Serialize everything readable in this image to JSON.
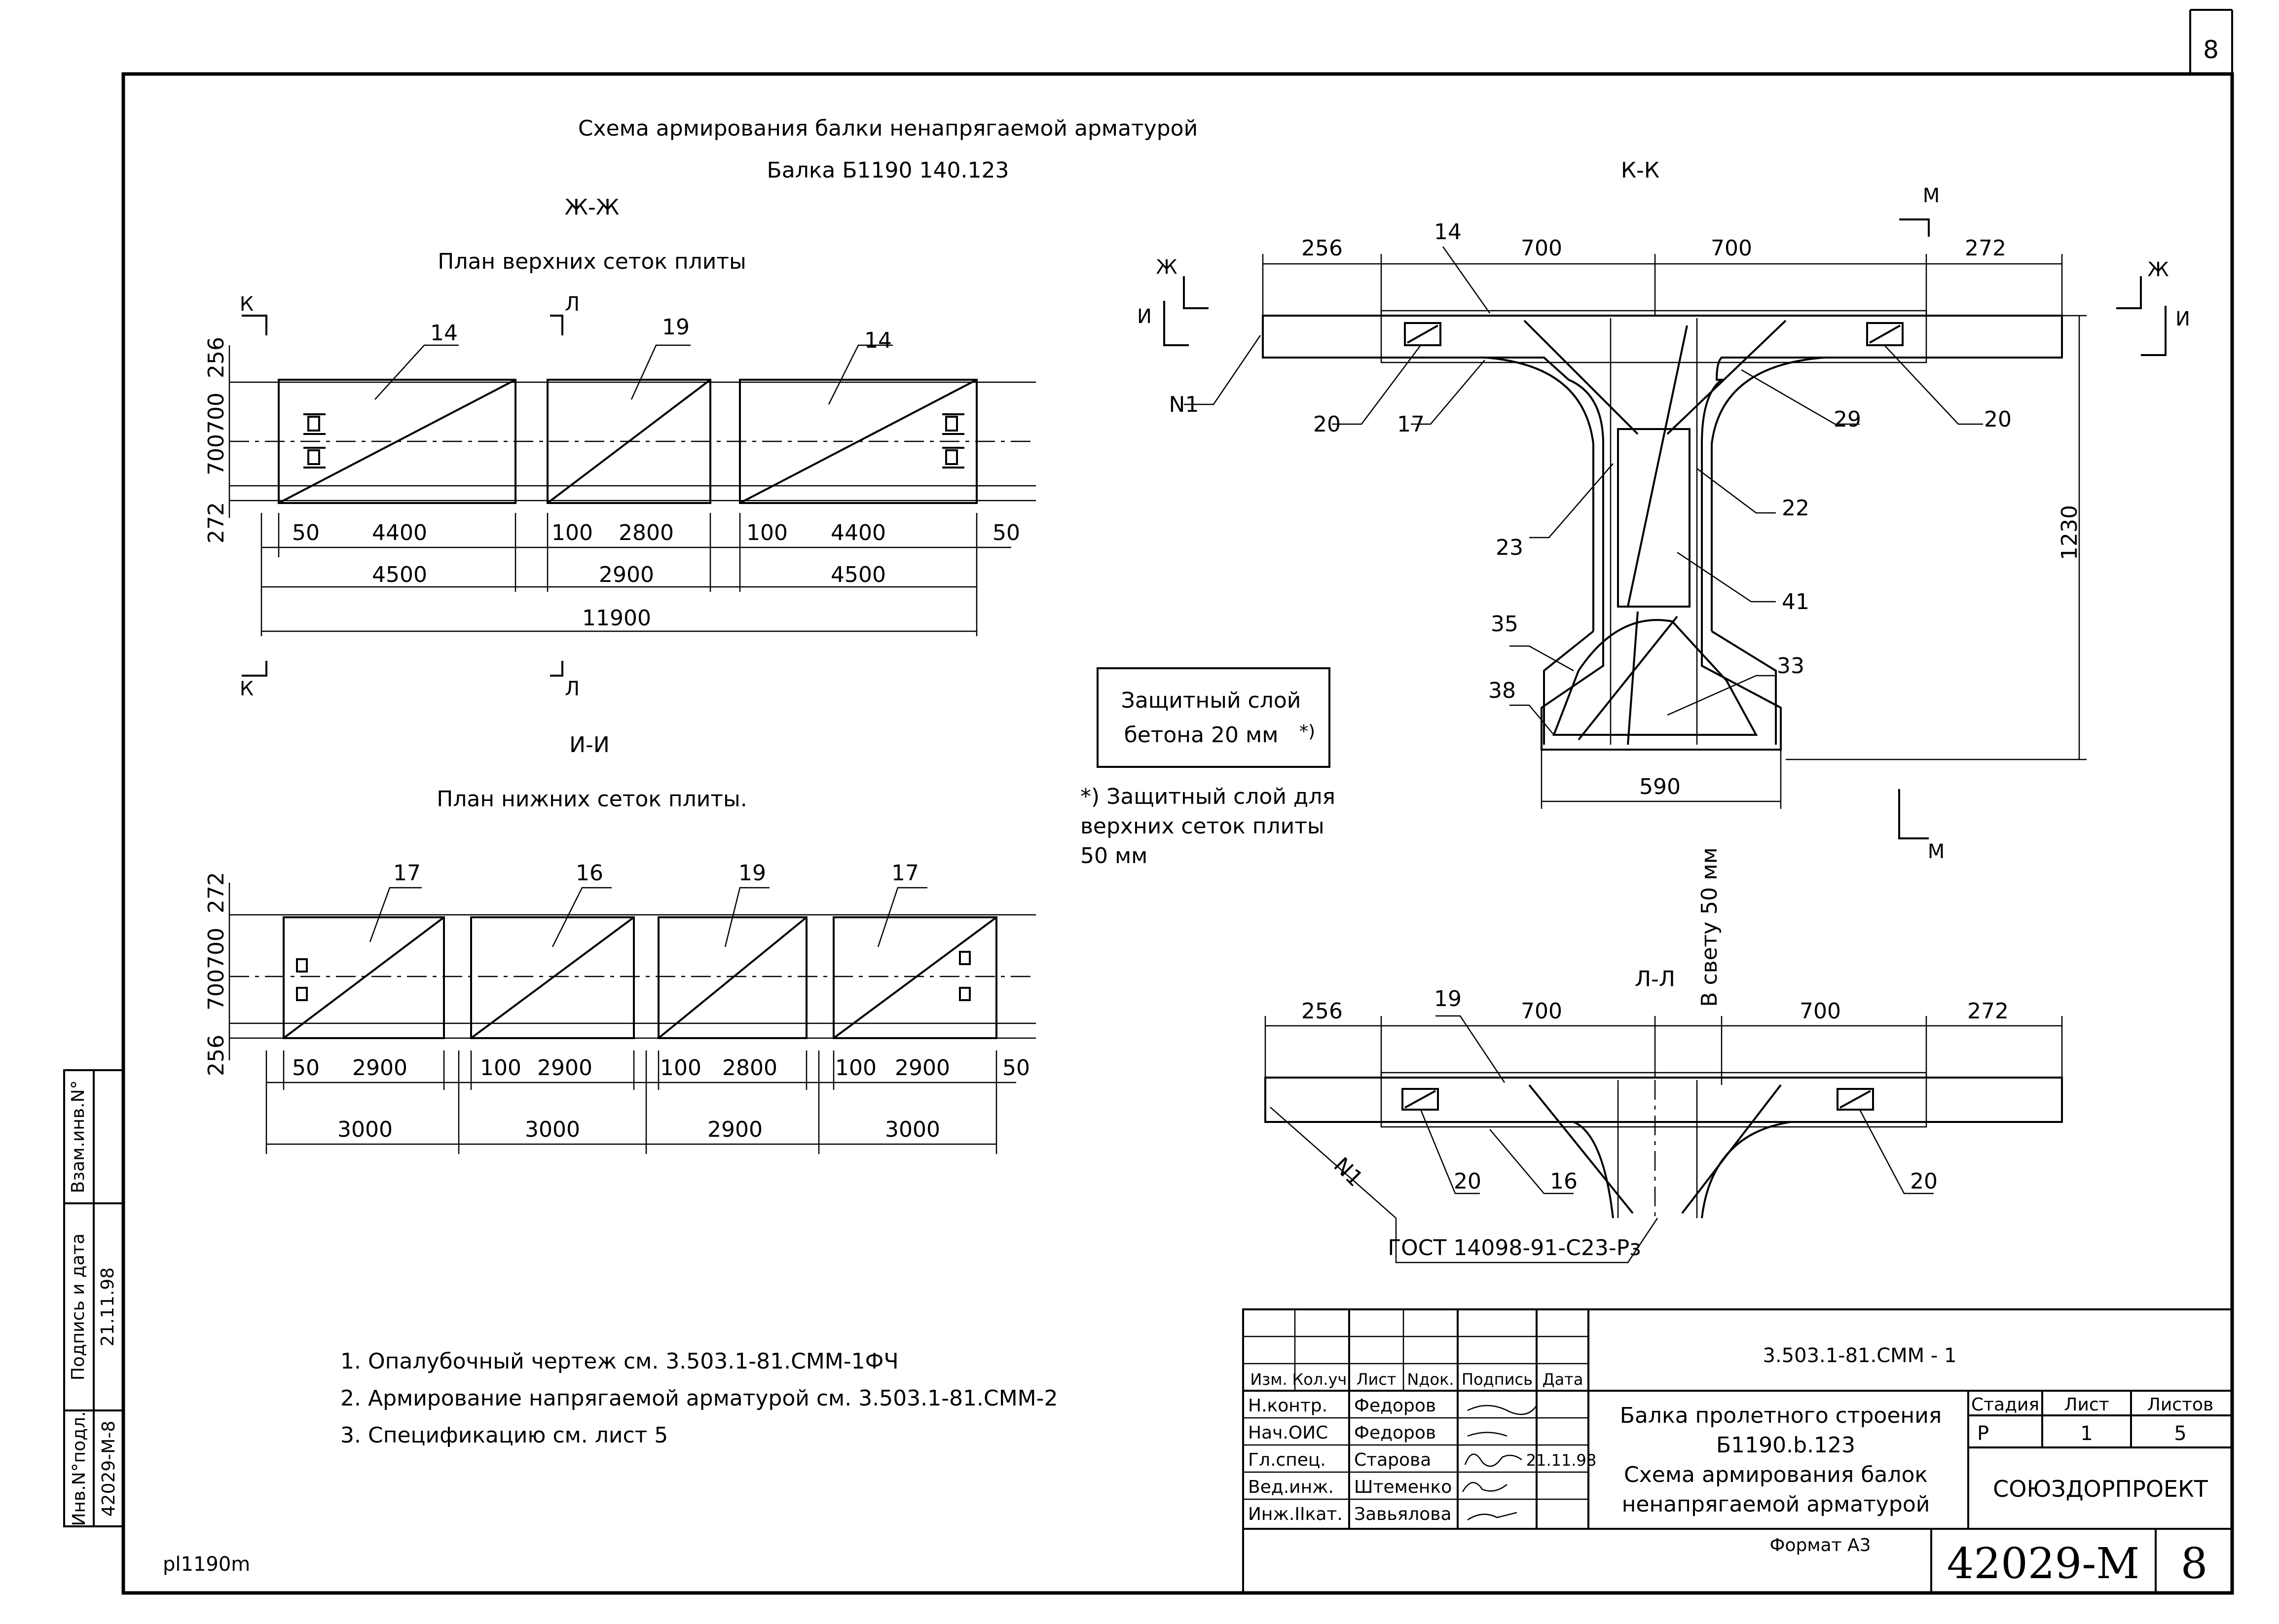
{
  "header": {
    "title": "Схема армирования балки ненапрягаемой арматурой",
    "beam": "Балка Б1190 140.123",
    "page_corner": "8"
  },
  "plan_top": {
    "section": "Ж-Ж",
    "title": "План верхних сеток плиты",
    "marks": [
      "14",
      "19",
      "14"
    ],
    "side_dims": [
      "256",
      "700700",
      "272"
    ],
    "row1": [
      "50",
      "4400",
      "100",
      "2800",
      "100",
      "4400",
      "50"
    ],
    "row2": [
      "4500",
      "2900",
      "4500"
    ],
    "total": "11900",
    "cut_k": "К",
    "cut_l": "Л"
  },
  "plan_bottom": {
    "section": "И-И",
    "title": "План нижних сеток плиты.",
    "marks": [
      "17",
      "16",
      "19",
      "17"
    ],
    "side_dims": [
      "272",
      "700700",
      "256"
    ],
    "row1": [
      "50",
      "2900",
      "100",
      "2900",
      "100",
      "2800",
      "100",
      "2900",
      "50"
    ],
    "row2": [
      "3000",
      "3000",
      "2900",
      "3000"
    ]
  },
  "section_kk": {
    "title": "К-К",
    "top_dims": [
      "256",
      "700",
      "700",
      "272"
    ],
    "top_mark": "14",
    "labels": [
      "N1",
      "20",
      "17",
      "29",
      "20",
      "23",
      "22",
      "41",
      "35",
      "33",
      "38"
    ],
    "bottom_dim": "590",
    "height_dim": "1230",
    "cut_zh": "Ж",
    "cut_i": "И",
    "cut_m": "М"
  },
  "protect_box": {
    "line1": "Защитный слой",
    "line2": "бетона 20 мм",
    "star": "*)",
    "note_line1": "*) Защитный слой для",
    "note_line2": "верхних сеток плиты",
    "note_line3": "50 мм"
  },
  "section_ll": {
    "title": "Л-Л",
    "top_dims": [
      "256",
      "700",
      "700",
      "272"
    ],
    "vertical_note": "В свету 50 мм",
    "labels": [
      "19",
      "N1",
      "20",
      "16",
      "20"
    ],
    "gost": "ГОСТ 14098-91-С23-Рз"
  },
  "notes": [
    "1. Опалубочный чертеж см. 3.503.1-81.СММ-1ФЧ",
    "2. Армирование напрягаемой арматурой   см. 3.503.1-81.СММ-2",
    "3. Спецификацию см. лист 5"
  ],
  "side_stamp": {
    "col1_header": "Инв.N°подл.",
    "col1_value": "42029-М-8",
    "col2_header": "Подпись и дата",
    "col2_value": "21.11.98",
    "col3_header": "Взам.инв.N°"
  },
  "title_block": {
    "code": "3.503.1-81.СММ - 1",
    "headers": [
      "Изм.",
      "Кол.уч.",
      "Лист",
      "Nдок.",
      "Подпись",
      "Дата"
    ],
    "roles": [
      "Н.контр.",
      "Нач.ОИС",
      "Гл.спец.",
      "Вед.инж.",
      "Инж.IIкат."
    ],
    "names": [
      "Федоров",
      "Федоров",
      "Старова",
      "Штеменко",
      "Завьялова"
    ],
    "date": "21.11.98",
    "desc1": "Балка пролетного строения",
    "desc2": "Б1190.b.123",
    "desc3": "Схема армирования балок",
    "desc4": "ненапрягаемой арматурой",
    "stage_h": "Стадия",
    "sheet_h": "Лист",
    "sheets_h": "Листов",
    "stage": "Р",
    "sheet": "1",
    "sheets": "5",
    "org": "СОЮЗДОРПРОЕКТ",
    "format": "Формат А3",
    "doc_no": "42029-М",
    "page": "8"
  },
  "footer_file": "pl1190m"
}
